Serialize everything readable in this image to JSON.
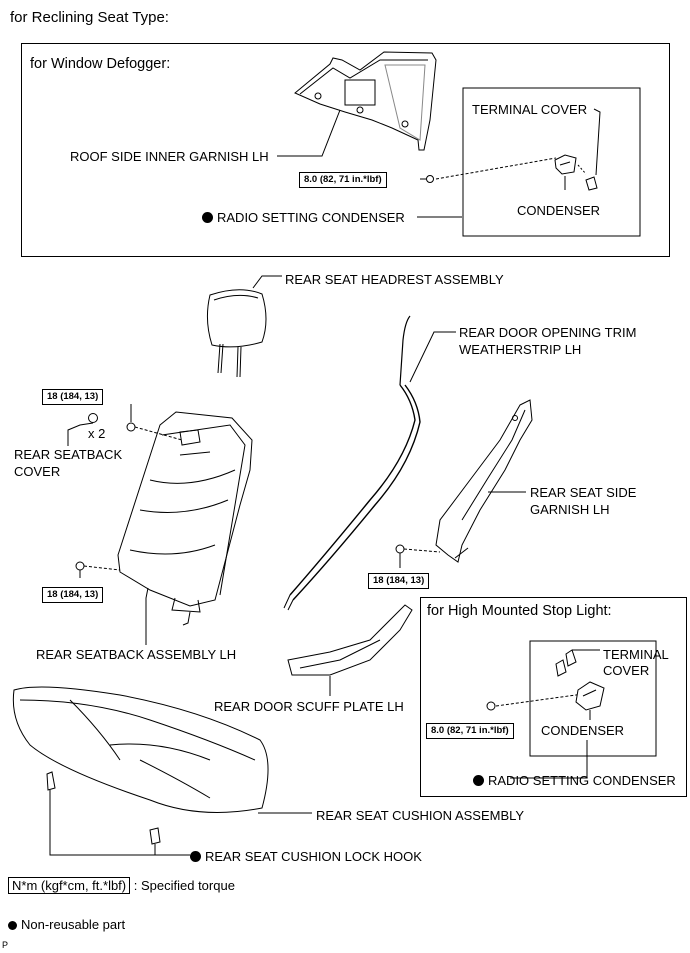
{
  "header": {
    "title": "for Reclining Seat Type:"
  },
  "defogger_box": {
    "title": "for Window Defogger:",
    "roof_garnish": "ROOF SIDE INNER GARNISH LH",
    "terminal_cover": "TERMINAL COVER",
    "condenser": "CONDENSER",
    "radio_condenser": "RADIO SETTING CONDENSER",
    "torque": "8.0 (82, 71 in.*lbf)"
  },
  "parts": {
    "headrest": "REAR SEAT HEADREST ASSEMBLY",
    "weatherstrip_line1": "REAR DOOR OPENING TRIM",
    "weatherstrip_line2": "WEATHERSTRIP LH",
    "seatback_cover_line1": "REAR SEATBACK",
    "seatback_cover_line2": "COVER",
    "qty": "x 2",
    "side_garnish_line1": "REAR SEAT SIDE",
    "side_garnish_line2": "GARNISH LH",
    "seatback_assy": "REAR SEATBACK ASSEMBLY LH",
    "scuff_plate": "REAR DOOR SCUFF PLATE LH",
    "cushion_assy": "REAR SEAT CUSHION ASSEMBLY",
    "lock_hook": "REAR SEAT CUSHION LOCK HOOK",
    "torque_top": "18 (184, 13)",
    "torque_left": "18 (184, 13)",
    "torque_right": "18 (184, 13)"
  },
  "stoplight_box": {
    "title": "for High Mounted Stop Light:",
    "terminal_line1": "TERMINAL",
    "terminal_line2": "COVER",
    "condenser": "CONDENSER",
    "radio_condenser": "RADIO SETTING CONDENSER",
    "torque": "8.0 (82, 71 in.*lbf)"
  },
  "legend": {
    "torque_unit": "N*m (kgf*cm, ft.*lbf)",
    "torque_desc": ": Specified torque",
    "non_reusable": "Non-reusable part",
    "code": "P"
  }
}
